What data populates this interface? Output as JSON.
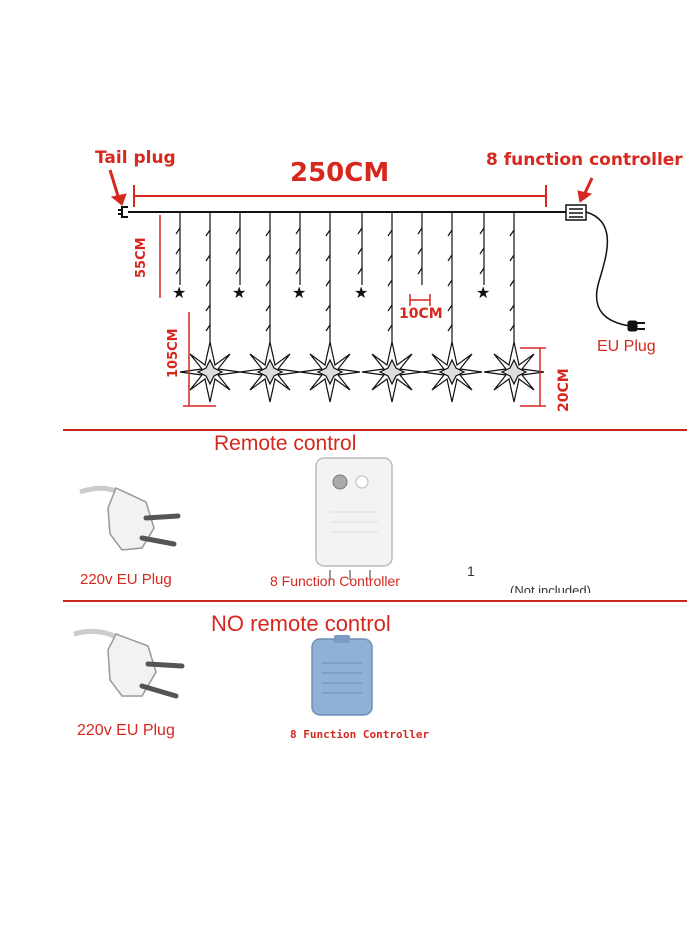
{
  "diagram": {
    "tail_plug": "Tail plug",
    "controller_label": "8 function controller",
    "width_label": "250CM",
    "drop_short": "55CM",
    "drop_long": "105CM",
    "spacing": "10CM",
    "star_size": "20CM",
    "eu_plug": "EU Plug"
  },
  "remote_section": {
    "heading": "Remote control",
    "plug_caption": "220v EU Plug",
    "controller_caption": "8 Function Controller",
    "stray_mark": "1",
    "remote_caption": "(Not included)"
  },
  "no_remote_section": {
    "heading": "NO remote control",
    "plug_caption": "220v EU Plug",
    "controller_caption": "8 Function Controller"
  },
  "colors": {
    "accent": "#d6281e",
    "line": "#111111",
    "controller_blue": "#8fb1d6"
  }
}
